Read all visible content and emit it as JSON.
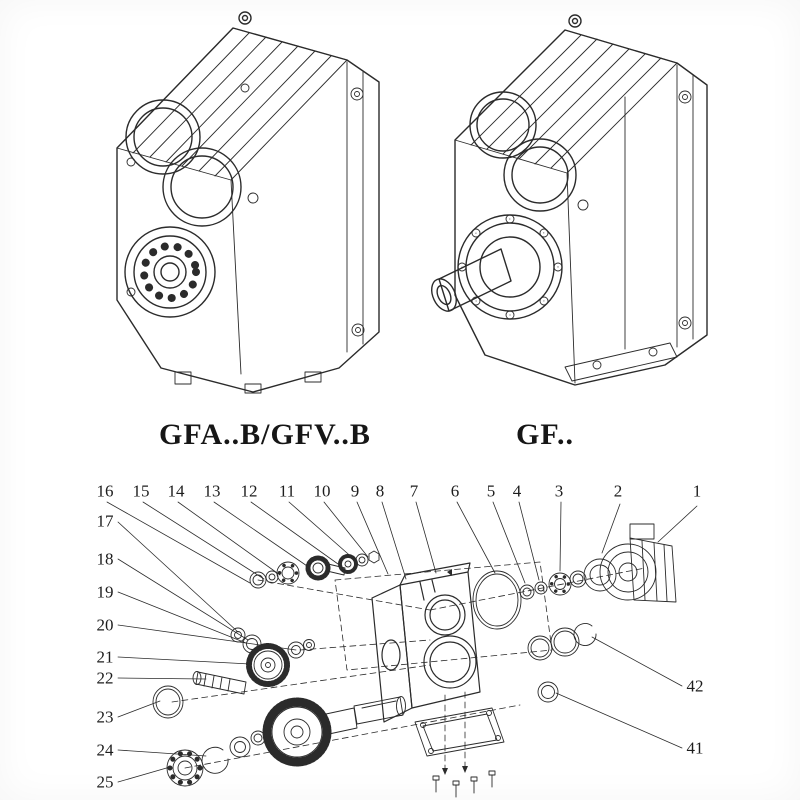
{
  "page": {
    "background": "#ffffff",
    "ink": "#2b2b2b",
    "description": "Gear reducer catalog page: two isometric line drawings of helical gearboxes with model labels, and an exploded parts diagram with numbered callouts"
  },
  "models": {
    "left_label": "GFA..B/GFV..B",
    "right_label": "GF.."
  },
  "exploded": {
    "callouts_top": [
      "16",
      "15",
      "14",
      "13",
      "12",
      "11",
      "10",
      "9",
      "8",
      "7",
      "6",
      "5",
      "4",
      "3",
      "2",
      "1"
    ],
    "callouts_left": [
      "17",
      "18",
      "19",
      "20",
      "21",
      "22",
      "23",
      "24",
      "25"
    ],
    "callouts_right": [
      "42",
      "41"
    ]
  }
}
